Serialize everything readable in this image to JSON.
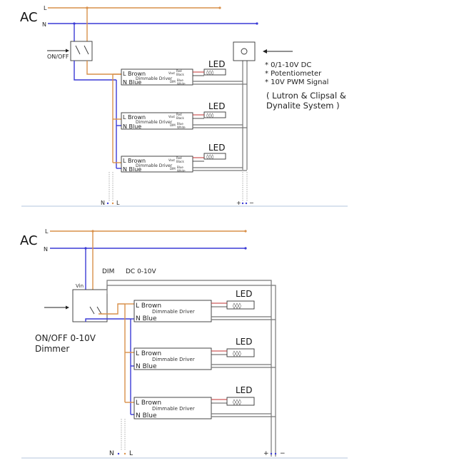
{
  "top": {
    "ac_label": "AC",
    "line_l": "L",
    "line_n": "N",
    "switch_label": "ON/OFF",
    "led_label": "LED",
    "driver_l": "L Brown",
    "driver_n": "N Blue",
    "driver_title": "Dimmable Driver",
    "vout": "Vout",
    "dim": "DIM",
    "red": "Red",
    "black": "Black",
    "blue": "Blue",
    "white": "White",
    "bottom_n": "N",
    "bottom_l": "L",
    "bottom_plus": "+",
    "bottom_minus": "−",
    "control_notes": [
      "* 0/1-10V DC",
      "* Potentiometer",
      "* 10V PWM Signal"
    ],
    "systems_line1": "( Lutron  &  Clipsal &",
    "systems_line2": "Dynalite  System )"
  },
  "bottom": {
    "ac_label": "AC",
    "line_l": "L",
    "line_n": "N",
    "dim_label": "DIM",
    "dc_label": "DC 0-10V",
    "vin_label": "Vin",
    "dimmer_line1": "ON/OFF 0-10V",
    "dimmer_line2": "Dimmer",
    "led_label": "LED",
    "driver_l": "L Brown",
    "driver_n": "N Blue",
    "driver_title": "Dimmable Driver",
    "bottom_n": "N",
    "bottom_l": "L",
    "bottom_plus": "+",
    "bottom_minus": "−"
  }
}
